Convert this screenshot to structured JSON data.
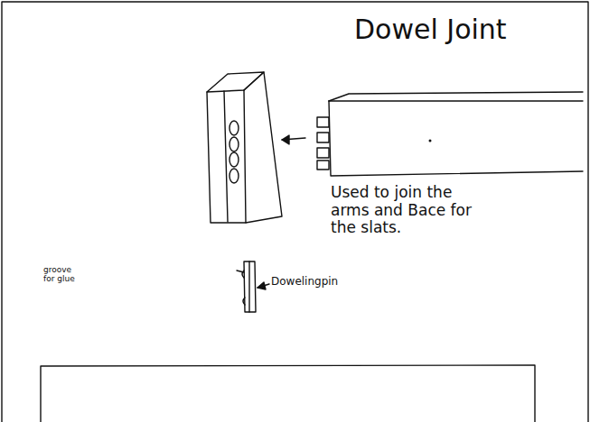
{
  "diagram": {
    "title": "Dowel Joint",
    "labels": [
      "Used to join the arms and Bace for the slats.",
      "groove for glue",
      "Dowelingpin"
    ]
  }
}
